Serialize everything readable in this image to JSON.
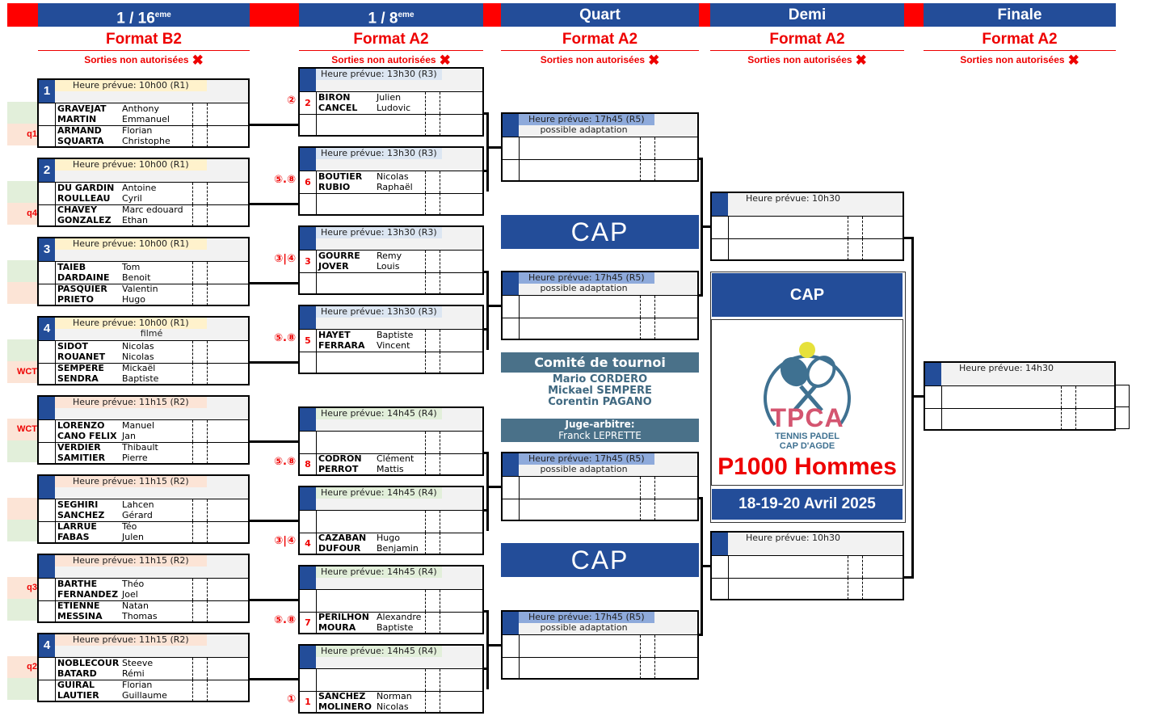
{
  "rounds": [
    {
      "title": "1 / 16",
      "sup": "eme",
      "format": "Format B2",
      "exits": "Sorties non autorisées",
      "exits_icon": "cross-icon"
    },
    {
      "title": "1 / 8",
      "sup": "eme",
      "format": "Format A2",
      "exits": "Sorties non autorisées",
      "exits_icon": "cross-icon"
    },
    {
      "title": "Quart",
      "sup": "",
      "format": "Format A2",
      "exits": "Sorties non autorisées",
      "exits_icon": "cross-icon"
    },
    {
      "title": "Demi",
      "sup": "",
      "format": "Format A2",
      "exits": "Sorties non autorisées",
      "exits_icon": "cross-icon"
    },
    {
      "title": "Finale",
      "sup": "",
      "format": "Format A2",
      "exits": "Sorties non autorisées",
      "exits_icon": "cross-icon"
    }
  ],
  "r16": [
    {
      "court": "1",
      "time": "Heure prévue: 10h00 (R1)",
      "sub": "",
      "tag_top": "",
      "tag_bot": "q1",
      "team1": [
        [
          "GRAVEJAT",
          "Anthony"
        ],
        [
          "MARTIN",
          "Emmanuel"
        ]
      ],
      "team2": [
        [
          "ARMAND",
          "Florian"
        ],
        [
          "SQUARTA",
          "Christophe"
        ]
      ]
    },
    {
      "court": "2",
      "time": "Heure prévue: 10h00 (R1)",
      "sub": "",
      "tag_top": "",
      "tag_bot": "q4",
      "team1": [
        [
          "DU GARDIN",
          "Antoine"
        ],
        [
          "ROULLEAU",
          "Cyril"
        ]
      ],
      "team2": [
        [
          "CHAVEY",
          "Marc edouard"
        ],
        [
          "GONZALEZ",
          "Ethan"
        ]
      ]
    },
    {
      "court": "3",
      "time": "Heure prévue: 10h00 (R1)",
      "sub": "",
      "tag_top": "",
      "tag_bot": "",
      "team1": [
        [
          "TAIEB",
          "Tom"
        ],
        [
          "DARDAINE",
          "Benoit"
        ]
      ],
      "team2": [
        [
          "PASQUIER",
          "Valentin"
        ],
        [
          "PRIETO",
          "Hugo"
        ]
      ]
    },
    {
      "court": "4",
      "time": "Heure prévue: 10h00 (R1)",
      "sub": "filmé",
      "tag_top": "",
      "tag_bot": "WCT",
      "team1": [
        [
          "SIDOT",
          "Nicolas"
        ],
        [
          "ROUANET",
          "Nicolas"
        ]
      ],
      "team2": [
        [
          "SEMPERE",
          "Mickaël"
        ],
        [
          "SENDRA",
          "Baptiste"
        ]
      ]
    },
    {
      "court": "",
      "time": "Heure prévue: 11h15 (R2)",
      "sub": "",
      "tag_top": "WCT",
      "tag_bot": "",
      "team1": [
        [
          "LORENZO",
          "Manuel"
        ],
        [
          "CANO FELIX",
          "Jan"
        ]
      ],
      "team2": [
        [
          "VERDIER",
          "Thibault"
        ],
        [
          "SAMITIER",
          "Pierre"
        ]
      ]
    },
    {
      "court": "",
      "time": "Heure prévue: 11h15 (R2)",
      "sub": "",
      "tag_top": "",
      "tag_bot": "",
      "team1": [
        [
          "SEGHIRI",
          "Lahcen"
        ],
        [
          "SANCHEZ",
          "Gérard"
        ]
      ],
      "team2": [
        [
          "LARRUE",
          "Téo"
        ],
        [
          "FABAS",
          "Julen"
        ]
      ]
    },
    {
      "court": "",
      "time": "Heure prévue: 11h15 (R2)",
      "sub": "",
      "tag_top": "q3",
      "tag_bot": "",
      "team1": [
        [
          "BARTHE",
          "Théo"
        ],
        [
          "FERNANDEZ",
          "Joel"
        ]
      ],
      "team2": [
        [
          "ETIENNE",
          "Natan"
        ],
        [
          "MESSINA",
          "Thomas"
        ]
      ]
    },
    {
      "court": "4",
      "time": "Heure prévue: 11h15 (R2)",
      "sub": "",
      "tag_top": "q2",
      "tag_bot": "",
      "team1": [
        [
          "NOBLECOUR",
          "Steeve"
        ],
        [
          "BATARD",
          "Rémi"
        ]
      ],
      "team2": [
        [
          "GUIRAL",
          "Florian"
        ],
        [
          "LAUTIER",
          "Guillaume"
        ]
      ]
    }
  ],
  "r8": [
    {
      "time": "Heure prévue: 13h30 (R3)",
      "marker": "②",
      "seed_pos": "top",
      "seed": "2",
      "team": [
        [
          "BIRON",
          "Julien"
        ],
        [
          "CANCEL",
          "Ludovic"
        ]
      ]
    },
    {
      "time": "Heure prévue: 13h30 (R3)",
      "marker": "⑤.⑧",
      "seed_pos": "top",
      "seed": "6",
      "team": [
        [
          "BOUTIER",
          "Nicolas"
        ],
        [
          "RUBIO",
          "Raphaël"
        ]
      ]
    },
    {
      "time": "Heure prévue: 13h30 (R3)",
      "marker": "③|④",
      "seed_pos": "top",
      "seed": "3",
      "team": [
        [
          "GOURRE",
          "Remy"
        ],
        [
          "JOVER",
          "Louis"
        ]
      ]
    },
    {
      "time": "Heure prévue: 13h30 (R3)",
      "marker": "⑤.⑧",
      "seed_pos": "top",
      "seed": "5",
      "team": [
        [
          "HAYET",
          "Baptiste"
        ],
        [
          "FERRARA",
          "Vincent"
        ]
      ]
    },
    {
      "time": "Heure prévue:  14h45 (R4)",
      "marker": "⑤.⑧",
      "seed_pos": "bot",
      "seed": "8",
      "team": [
        [
          "CODRON",
          "Clément"
        ],
        [
          "PERROT",
          "Mattis"
        ]
      ]
    },
    {
      "time": "Heure prévue:  14h45 (R4)",
      "marker": "③|④",
      "seed_pos": "bot",
      "seed": "4",
      "team": [
        [
          "CAZABAN",
          "Hugo"
        ],
        [
          "DUFOUR",
          "Benjamin"
        ]
      ]
    },
    {
      "time": "Heure prévue:  14h45 (R4)",
      "marker": "⑤.⑧",
      "seed_pos": "bot",
      "seed": "7",
      "team": [
        [
          "PERILHON",
          "Alexandre"
        ],
        [
          "MOURA",
          "Baptiste"
        ]
      ]
    },
    {
      "time": "Heure prévue:  14h45 (R4)",
      "marker": "①",
      "seed_pos": "bot",
      "seed": "1",
      "team": [
        [
          "SANCHEZ",
          "Norman"
        ],
        [
          "MOLINERO",
          "Nicolas"
        ]
      ]
    }
  ],
  "quarters": [
    {
      "time": "Heure prévue:  17h45 (R5)",
      "sub": "possible adaptation"
    },
    {
      "time": "Heure prévue:  17h45 (R5)",
      "sub": "possible adaptation"
    },
    {
      "time": "Heure prévue:  17h45 (R5)",
      "sub": "possible adaptation"
    },
    {
      "time": "Heure prévue:  17h45 (R5)",
      "sub": "possible adaptation"
    }
  ],
  "semis": [
    {
      "time": "Heure prévue: 10h30"
    },
    {
      "time": "Heure prévue: 10h30"
    }
  ],
  "final": {
    "time": "Heure prévue: 14h30"
  },
  "cap_banner": "CAP",
  "committee": {
    "title": "Comité de tournoi",
    "members": [
      "Mario CORDERO",
      "Mickael SEMPERE",
      "Corentin PAGANO"
    ]
  },
  "referee": {
    "title": "Juge-arbitre:",
    "name": "Franck LEPRETTE"
  },
  "poster": {
    "header": "CAP",
    "logo_text": "TPCA",
    "logo_line1": "TENNIS PADEL",
    "logo_line2": "CAP D'AGDE",
    "event": "P1000 Hommes",
    "dates": "18-19-20 Avril 2025"
  },
  "colors": {
    "blue": "#234d99",
    "red": "#ee0000",
    "slate": "#4a7189",
    "green": "#e2efda",
    "pink": "#fce4d6"
  }
}
